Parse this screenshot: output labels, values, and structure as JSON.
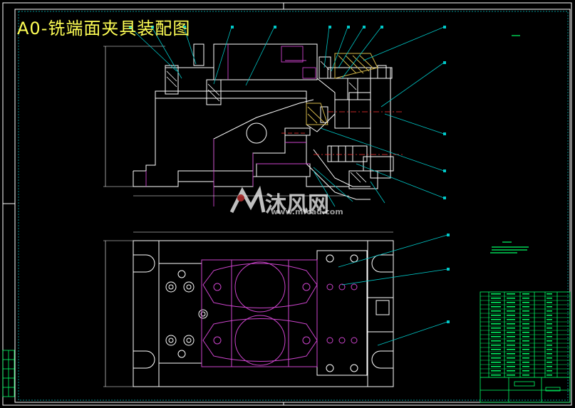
{
  "drawing": {
    "title": "A0-铣端面夹具装配图"
  },
  "watermark": {
    "brand": "沐风网",
    "url": "www.mfcad.com"
  },
  "colors": {
    "background": "#000000",
    "outline": "#ffffff",
    "leader": "#00c8c8",
    "hidden": "#cc44cc",
    "title": "#ffff55",
    "table": "#00ff66",
    "centerline": "#ff3333",
    "hatch": "#d4b84a"
  }
}
